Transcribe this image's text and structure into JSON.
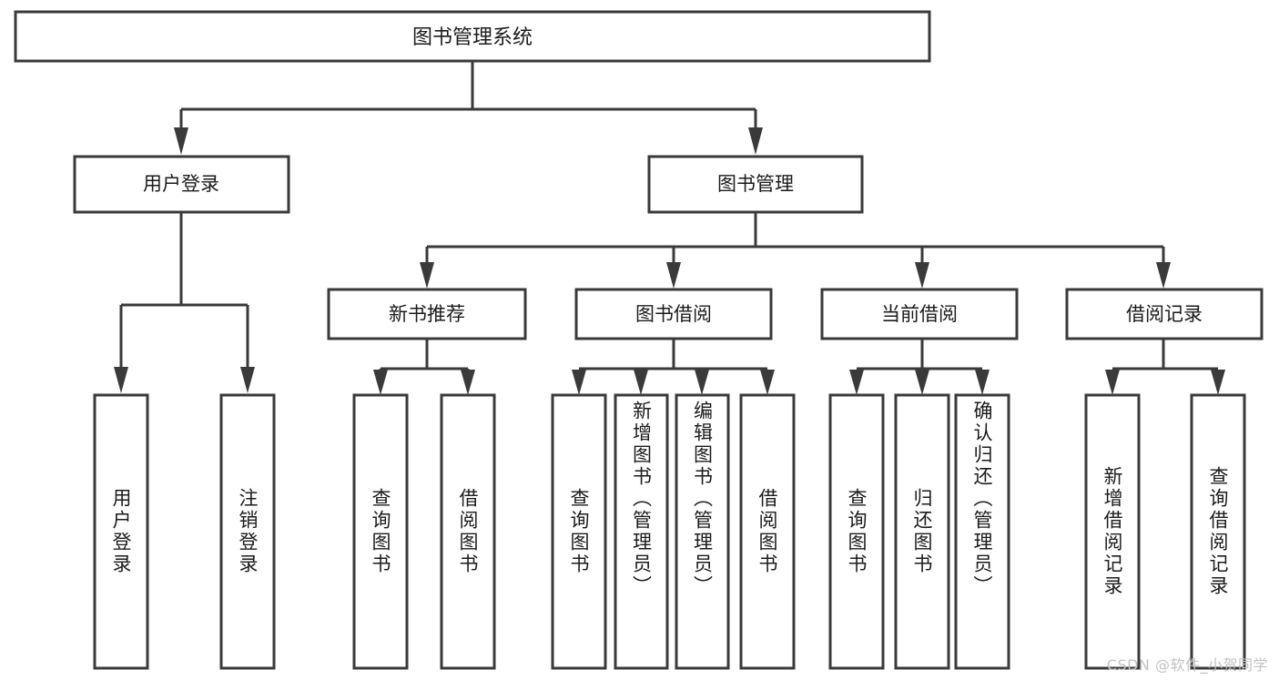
{
  "diagram": {
    "title": "图书管理系统",
    "watermark": "CSDN @软件_小贺同学",
    "type": "tree-hierarchy-diagram",
    "root": {
      "label": "图书管理系统",
      "children": [
        {
          "label": "用户登录",
          "children": [
            {
              "label": "用户登录"
            },
            {
              "label": "注销登录"
            }
          ]
        },
        {
          "label": "图书管理",
          "children": [
            {
              "label": "新书推荐",
              "children": [
                {
                  "label": "查询图书"
                },
                {
                  "label": "借阅图书"
                }
              ]
            },
            {
              "label": "图书借阅",
              "children": [
                {
                  "label": "查询图书"
                },
                {
                  "label": "新增图书（管理员）"
                },
                {
                  "label": "编辑图书（管理员）"
                },
                {
                  "label": "借阅图书"
                }
              ]
            },
            {
              "label": "当前借阅",
              "children": [
                {
                  "label": "查询图书"
                },
                {
                  "label": "归还图书"
                },
                {
                  "label": "确认归还（管理员）"
                }
              ]
            },
            {
              "label": "借阅记录",
              "children": [
                {
                  "label": "新增借阅记录"
                },
                {
                  "label": "查询借阅记录"
                }
              ]
            }
          ]
        }
      ]
    },
    "nodes": {
      "root": "图书管理系统",
      "user_login": "用户登录",
      "book_manage": "图书管理",
      "new_book_rec": "新书推荐",
      "book_borrow": "图书借阅",
      "current_borrow": "当前借阅",
      "borrow_record": "借阅记录",
      "leaf_user_login": "用户登录",
      "leaf_logout": "注销登录",
      "leaf_nbr_query": "查询图书",
      "leaf_nbr_borrow": "借阅图书",
      "leaf_bb_query": "查询图书",
      "leaf_bb_add": "新增图书（管理员）",
      "leaf_bb_edit": "编辑图书（管理员）",
      "leaf_bb_borrow": "借阅图书",
      "leaf_cb_query": "查询图书",
      "leaf_cb_return": "归还图书",
      "leaf_cb_confirm": "确认归还（管理员）",
      "leaf_br_add": "新增借阅记录",
      "leaf_br_query": "查询借阅记录"
    },
    "colors": {
      "stroke": "#3a3a3a",
      "fill": "#ffffff",
      "text": "#1b1b1b",
      "watermark": "#c2c2c2"
    }
  }
}
